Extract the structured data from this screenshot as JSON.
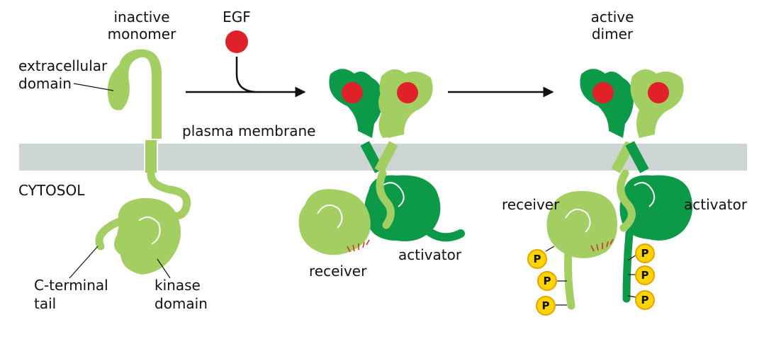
{
  "labels": {
    "inactive_1": "inactive",
    "inactive_2": "monomer",
    "egf": "EGF",
    "active_1": "active",
    "active_2": "dimer",
    "extracellular_1": "extracellular",
    "extracellular_2": "domain",
    "plasma_membrane": "plasma membrane",
    "cytosol": "CYTOSOL",
    "cterm_1": "C-terminal",
    "cterm_2": "tail",
    "kinase_1": "kinase",
    "kinase_2": "domain",
    "receiver_mid": "receiver",
    "activator_mid": "activator",
    "receiver_right": "receiver",
    "activator_right": "activator",
    "phospho": "P"
  },
  "colors": {
    "light_green": "#a3cf62",
    "dark_green": "#0c9a48",
    "egf_red": "#e02128",
    "membrane": "#cdd5d2",
    "phospho_yellow": "#ffd500",
    "phospho_ring": "#e8a200",
    "arrow": "#111111",
    "sparks": "#e02128"
  }
}
